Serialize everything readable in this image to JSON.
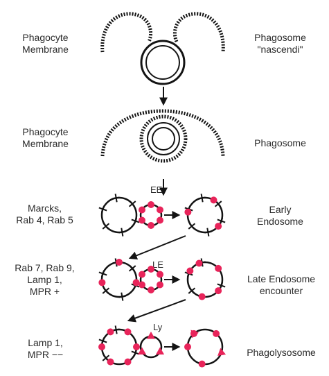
{
  "stages": [
    {
      "left": [
        "Phagocyte",
        "Membrane"
      ],
      "right": [
        "Phagosome",
        "\"nascendi\""
      ],
      "tag": ""
    },
    {
      "left": [
        "Phagocyte",
        "Membrane"
      ],
      "right": [
        "Phagosome"
      ],
      "tag": ""
    },
    {
      "left": [
        "Marcks,",
        "Rab 4, Rab 5"
      ],
      "right": [
        "Early",
        "Endosome"
      ],
      "tag": "EE"
    },
    {
      "left": [
        "Rab 7, Rab 9,",
        "Lamp 1,",
        "MPR +"
      ],
      "right": [
        "Late Endosome",
        "encounter"
      ],
      "tag": "LE"
    },
    {
      "left": [
        "Lamp 1,",
        "MPR −−"
      ],
      "right": [
        "Phagolysosome"
      ],
      "tag": "Ly"
    }
  ],
  "colors": {
    "ink": "#141414",
    "marker": "#e8245a"
  }
}
